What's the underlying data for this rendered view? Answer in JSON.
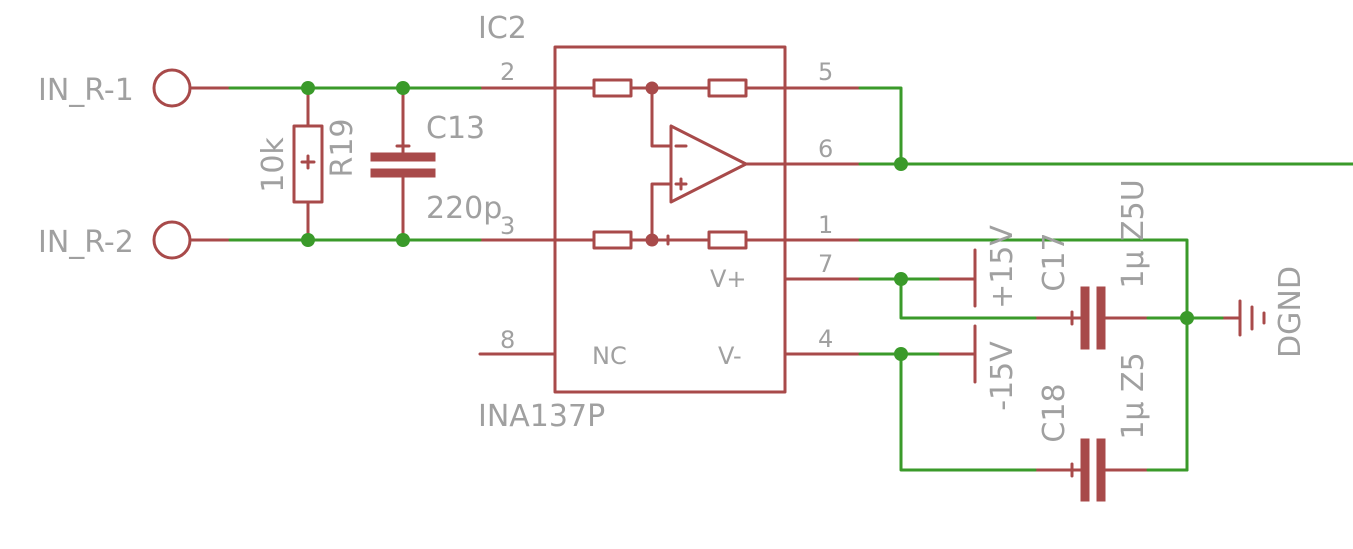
{
  "ic": {
    "name": "IC2",
    "part": "INA137P",
    "pins": {
      "p2": "2",
      "p3": "3",
      "p5": "5",
      "p6": "6",
      "p1": "1",
      "p7": "7",
      "p8": "8",
      "p4": "4"
    },
    "labels": {
      "nc": "NC",
      "vplus": "V+",
      "vminus": "V-"
    }
  },
  "connectors": {
    "in1": "IN_R-1",
    "in2": "IN_R-2"
  },
  "resistor": {
    "name": "R19",
    "value": "10k"
  },
  "cap_c13": {
    "name": "C13",
    "value": "220p"
  },
  "cap_c17": {
    "name": "C17",
    "value": "1µ Z5U"
  },
  "cap_c18": {
    "name": "C18",
    "value": "1µ Z5"
  },
  "supplies": {
    "pos": "+15V",
    "neg": "-15V",
    "ground": "DGND"
  },
  "colors": {
    "symbol": "#a84a4a",
    "wire": "#3a9a2a",
    "text": "#a0a0a0"
  }
}
